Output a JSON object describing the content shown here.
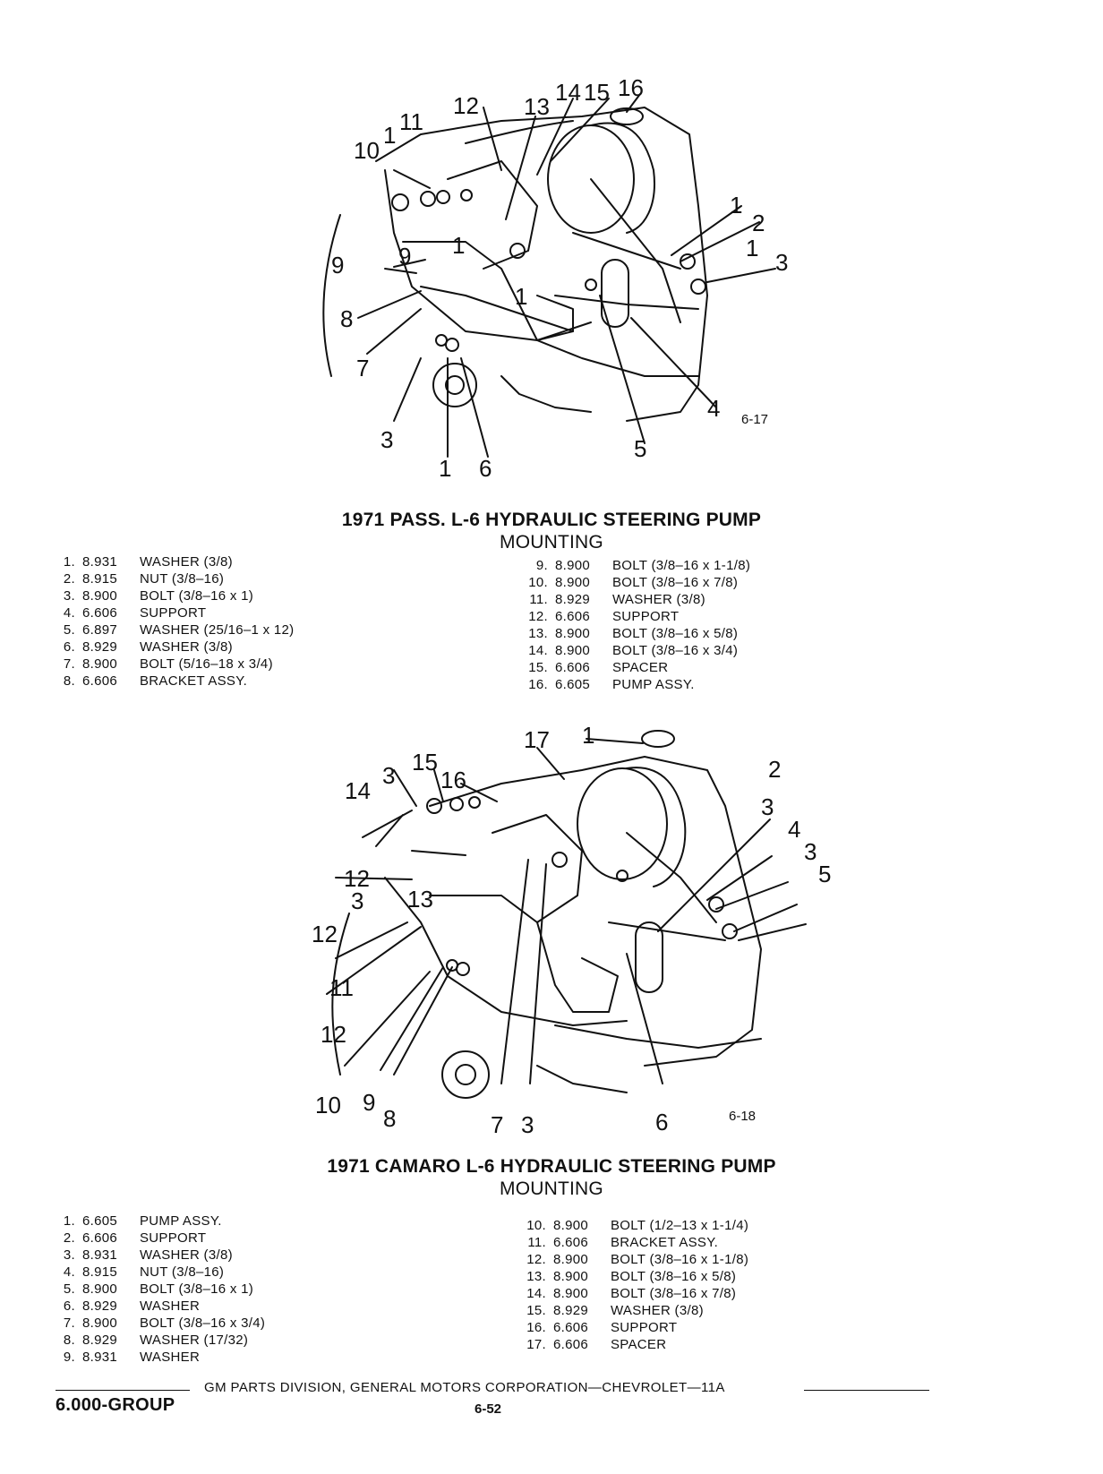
{
  "figure1": {
    "figure_number": "6-17",
    "title": "1971 PASS. L-6 HYDRAULIC STEERING PUMP",
    "subtitle": "MOUNTING",
    "callouts": [
      "1",
      "2",
      "3",
      "4",
      "5",
      "6",
      "7",
      "8",
      "9",
      "10",
      "11",
      "12",
      "13",
      "14",
      "15",
      "16",
      "1",
      "1",
      "1",
      "9",
      "3",
      "1"
    ],
    "parts_left": [
      {
        "num": "1.",
        "code": "8.931",
        "desc": "WASHER (3/8)"
      },
      {
        "num": "2.",
        "code": "8.915",
        "desc": "NUT (3/8–16)"
      },
      {
        "num": "3.",
        "code": "8.900",
        "desc": "BOLT (3/8–16 x 1)"
      },
      {
        "num": "4.",
        "code": "6.606",
        "desc": "SUPPORT"
      },
      {
        "num": "5.",
        "code": "6.897",
        "desc": "WASHER (25/16–1 x 12)"
      },
      {
        "num": "6.",
        "code": "8.929",
        "desc": "WASHER (3/8)"
      },
      {
        "num": "7.",
        "code": "8.900",
        "desc": "BOLT (5/16–18 x 3/4)"
      },
      {
        "num": "8.",
        "code": "6.606",
        "desc": "BRACKET ASSY."
      }
    ],
    "parts_right": [
      {
        "num": "9.",
        "code": "8.900",
        "desc": "BOLT (3/8–16 x 1-1/8)"
      },
      {
        "num": "10.",
        "code": "8.900",
        "desc": "BOLT (3/8–16 x 7/8)"
      },
      {
        "num": "11.",
        "code": "8.929",
        "desc": "WASHER (3/8)"
      },
      {
        "num": "12.",
        "code": "6.606",
        "desc": "SUPPORT"
      },
      {
        "num": "13.",
        "code": "8.900",
        "desc": "BOLT (3/8–16 x 5/8)"
      },
      {
        "num": "14.",
        "code": "8.900",
        "desc": "BOLT (3/8–16 x 3/4)"
      },
      {
        "num": "15.",
        "code": "6.606",
        "desc": "SPACER"
      },
      {
        "num": "16.",
        "code": "6.605",
        "desc": "PUMP ASSY."
      }
    ]
  },
  "figure2": {
    "figure_number": "6-18",
    "title": "1971 CAMARO L-6 HYDRAULIC STEERING PUMP",
    "subtitle": "MOUNTING",
    "callouts": [
      "1",
      "2",
      "3",
      "4",
      "3",
      "5",
      "6",
      "7",
      "3",
      "8",
      "9",
      "10",
      "11",
      "12",
      "12",
      "12",
      "13",
      "14",
      "3",
      "15",
      "16",
      "17",
      "3"
    ],
    "parts_left": [
      {
        "num": "1.",
        "code": "6.605",
        "desc": "PUMP ASSY."
      },
      {
        "num": "2.",
        "code": "6.606",
        "desc": "SUPPORT"
      },
      {
        "num": "3.",
        "code": "8.931",
        "desc": "WASHER (3/8)"
      },
      {
        "num": "4.",
        "code": "8.915",
        "desc": "NUT (3/8–16)"
      },
      {
        "num": "5.",
        "code": "8.900",
        "desc": "BOLT (3/8–16 x 1)"
      },
      {
        "num": "6.",
        "code": "8.929",
        "desc": "WASHER"
      },
      {
        "num": "7.",
        "code": "8.900",
        "desc": "BOLT (3/8–16 x 3/4)"
      },
      {
        "num": "8.",
        "code": "8.929",
        "desc": "WASHER (17/32)"
      },
      {
        "num": "9.",
        "code": "8.931",
        "desc": "WASHER"
      }
    ],
    "parts_right": [
      {
        "num": "10.",
        "code": "8.900",
        "desc": "BOLT (1/2–13 x 1-1/4)"
      },
      {
        "num": "11.",
        "code": "6.606",
        "desc": "BRACKET ASSY."
      },
      {
        "num": "12.",
        "code": "8.900",
        "desc": "BOLT (3/8–16 x 1-1/8)"
      },
      {
        "num": "13.",
        "code": "8.900",
        "desc": "BOLT (3/8–16 x 5/8)"
      },
      {
        "num": "14.",
        "code": "8.900",
        "desc": "BOLT (3/8–16 x 7/8)"
      },
      {
        "num": "15.",
        "code": "8.929",
        "desc": "WASHER (3/8)"
      },
      {
        "num": "16.",
        "code": "6.606",
        "desc": "SUPPORT"
      },
      {
        "num": "17.",
        "code": "6.606",
        "desc": "SPACER"
      }
    ]
  },
  "footer": {
    "text": "GM PARTS DIVISION, GENERAL MOTORS CORPORATION—CHEVROLET—11A",
    "group": "6.000-GROUP",
    "page": "6-52"
  }
}
